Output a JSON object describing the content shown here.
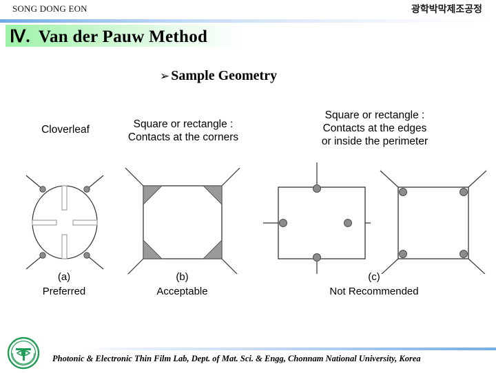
{
  "header": {
    "author": "SONG DONG EON",
    "course": "광학박막제조공정"
  },
  "title": {
    "numeral": "Ⅳ.",
    "text": "Van der Pauw Method",
    "highlight_color": "#9df2a8"
  },
  "subheading": {
    "bullet": "➢",
    "text": "Sample Geometry"
  },
  "captions": {
    "a": "Cloverleaf",
    "b": "Square or rectangle :\nContacts at the corners",
    "c": "Square or rectangle :\nContacts at the edges\nor inside the perimeter"
  },
  "figure_labels": {
    "a": "(a)\nPreferred",
    "b": "(b)\nAcceptable",
    "c": "(c)\nNot Recommended"
  },
  "figures": {
    "contact_fill": "#8c8c8c",
    "contact_stroke": "#4d4d4d",
    "outline_color": "#333333",
    "lead_color": "#333333",
    "slot_fill": "#ffffff",
    "slot_stroke": "#9a9a9a",
    "items": [
      {
        "name": "cloverleaf-figure",
        "shape": "circle-with-four-slots",
        "contacts": 4,
        "contact_placement": "diagonal-45-degrees",
        "leads": "diagonal"
      },
      {
        "name": "square-corner-contacts-figure",
        "shape": "square",
        "contacts": 4,
        "contact_placement": "corner-triangles",
        "leads": "diagonal"
      },
      {
        "name": "square-edge-contacts-figure",
        "shape": "square",
        "contacts": 4,
        "contact_placement": "inside-edge-midpoints",
        "leads": "orthogonal"
      },
      {
        "name": "square-inside-corner-contacts-figure",
        "shape": "square",
        "contacts": 4,
        "contact_placement": "inside-near-corners",
        "leads": "diagonal"
      }
    ]
  },
  "footer": {
    "text": "Photonic & Electronic Thin Film Lab, Dept. of Mat. Sci. & Engg, Chonnam National University, Korea",
    "logo_color": "#1f9d55"
  }
}
